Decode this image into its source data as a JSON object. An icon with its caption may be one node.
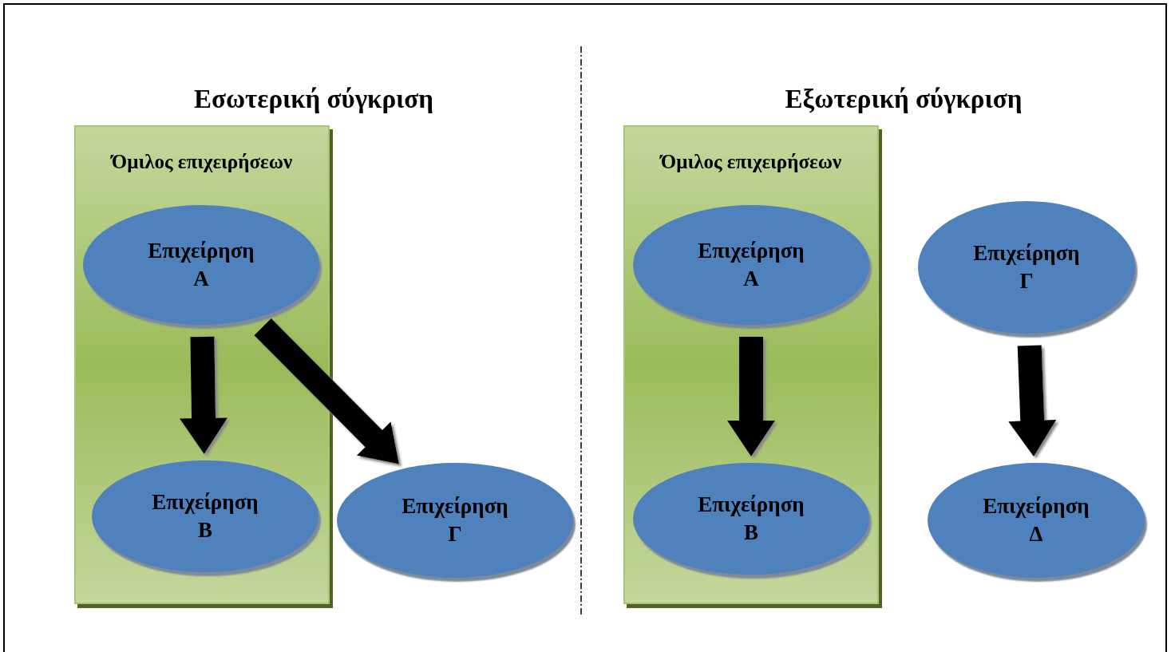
{
  "diagram": {
    "nodes": [
      {
        "text": [
          "Όμιλος επιχειρήσεων"
        ]
      },
      {
        "text": [
          "Επιχείρηση Α"
        ],
        "in": 0
      },
      {
        "text": [
          "Επιχείρηση Β"
        ],
        "in": 0
      },
      {
        "text": [
          "Επιχείρηση Γ"
        ]
      },
      {
        "text": [
          "Όμιλος επιχειρήσεων"
        ]
      },
      {
        "text": [
          "Επιχείρηση Α"
        ],
        "in": 4
      },
      {
        "text": [
          "Επιχείρηση Β"
        ],
        "in": 4
      },
      {
        "text": [
          "Επιχείρηση Γ"
        ]
      },
      {
        "text": [
          "Επιχείρηση Δ"
        ]
      }
    ],
    "edges": [
      {
        "from": 1,
        "to": 2,
        "arrow": "to"
      },
      {
        "from": 1,
        "to": 3,
        "arrow": "to"
      },
      {
        "from": 5,
        "to": 6,
        "arrow": "to"
      },
      {
        "from": 7,
        "to": 8,
        "arrow": "to"
      }
    ],
    "labels": [
      "Εσωτερική σύγκριση",
      "Εξωτερική σύγκριση"
    ]
  }
}
